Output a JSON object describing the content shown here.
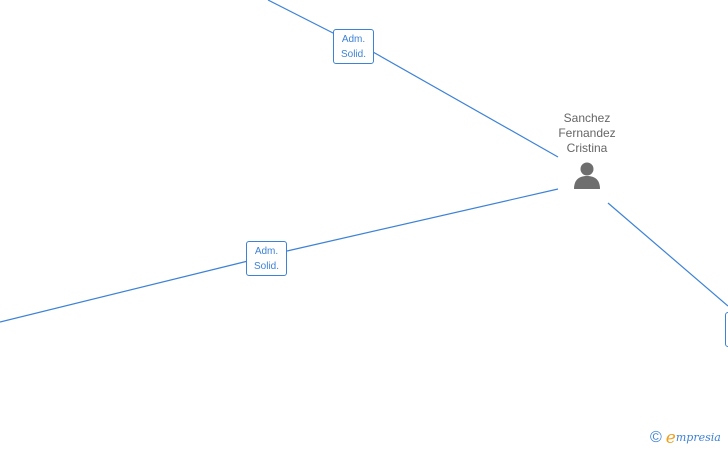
{
  "person": {
    "name_lines": [
      "Sanchez",
      "Fernandez",
      "Cristina"
    ],
    "icon": "person-icon"
  },
  "relations": [
    {
      "line1": "Adm.",
      "line2": "Solid."
    },
    {
      "line1": "Adm.",
      "line2": "Solid."
    },
    {
      "line1": "",
      "line2": ""
    }
  ],
  "watermark": {
    "copyright_symbol": "©",
    "brand_initial": "e",
    "brand_rest": "mpresia"
  },
  "colors": {
    "edge": "#3d82d6",
    "node_text": "#666666",
    "icon": "#6e6e6e",
    "brand_accent": "#f0a020"
  }
}
